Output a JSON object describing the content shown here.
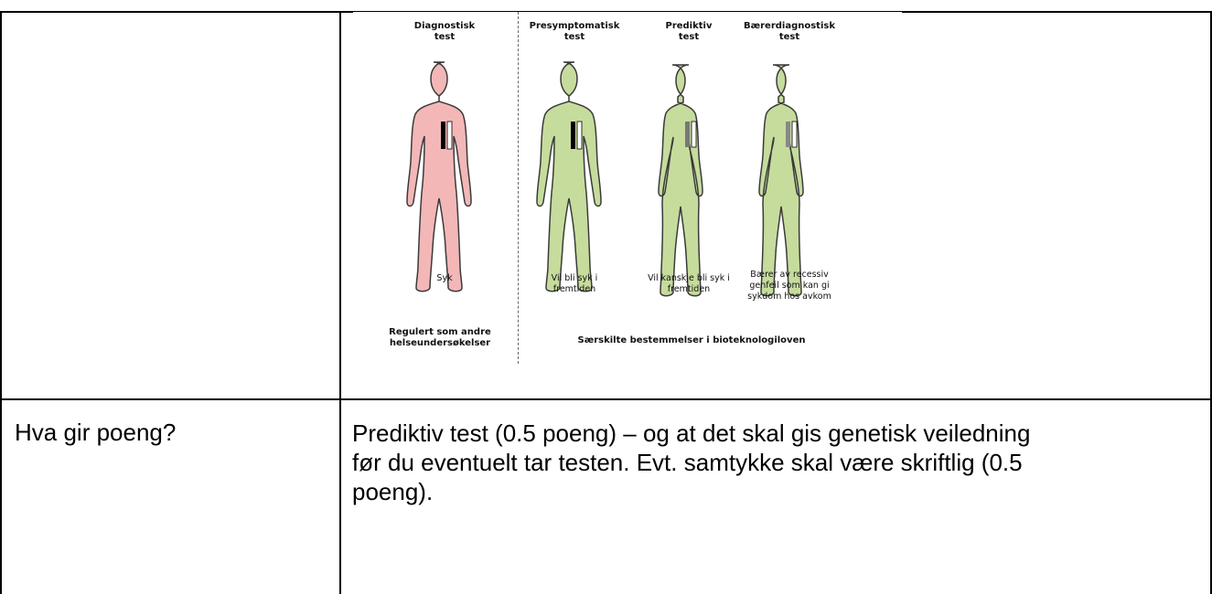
{
  "figure": {
    "columns": [
      {
        "title": [
          "Diagnostisk",
          "test"
        ],
        "caption": [
          "Syk"
        ],
        "color": "#f0b3b3"
      },
      {
        "title": [
          "Presymptomatisk",
          "test"
        ],
        "caption": [
          "Vil bli syk i",
          "fremtiden"
        ],
        "color": "#c3d99a"
      },
      {
        "title": [
          "Prediktiv",
          "test"
        ],
        "caption": [
          "Vil kanskje bli syk i",
          "fremtiden"
        ],
        "color": "#c3d99a"
      },
      {
        "title": [
          "Bærerdiagnostisk",
          "test"
        ],
        "caption": [
          "Bærer av recessiv",
          "genfeil som kan gi",
          "sykdom hos avkom"
        ],
        "color": "#c3d99a"
      }
    ],
    "footer_left": [
      "Regulert som andre",
      "helseundersøkelser"
    ],
    "footer_right": "Særskilte bestemmelser i bioteknologiloven"
  },
  "row2": {
    "label": "Hva gir poeng?",
    "lines": [
      "Prediktiv test (0.5 poeng) – og at det skal gis genetisk veiledning",
      "før du eventuelt tar testen. Evt. samtykke skal være skriftlig (0.5",
      "poeng)."
    ]
  }
}
